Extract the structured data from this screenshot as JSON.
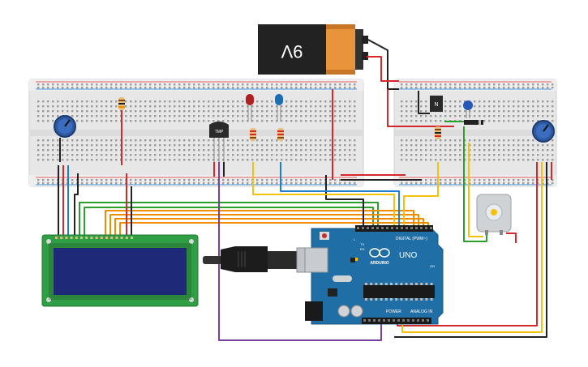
{
  "battery": {
    "label": "9V",
    "voltage": "9V"
  },
  "arduino": {
    "brand": "ARDUINO",
    "model": "UNO",
    "digital_header": "DIGITAL (PWM~)",
    "power_header": "POWER",
    "analog_header": "ANALOG IN",
    "tx_label": "TX",
    "rx_label": "RX",
    "on_label": "ON",
    "l_label": "L"
  },
  "transistor_left": {
    "label": "TMP"
  },
  "transistor_right": {
    "label": "N"
  },
  "colors": {
    "breadboard": "#e9e9e9",
    "arduino_board": "#1f6fa6",
    "lcd_board": "#2b8a3e",
    "lcd_screen": "#1e2a78",
    "wire_red": "#d62828",
    "wire_black": "#222222",
    "wire_green": "#2ca02c",
    "wire_orange": "#f08c00",
    "wire_yellow": "#f4c20d",
    "wire_blue": "#1c7ed6",
    "wire_purple": "#7b3fa0"
  }
}
